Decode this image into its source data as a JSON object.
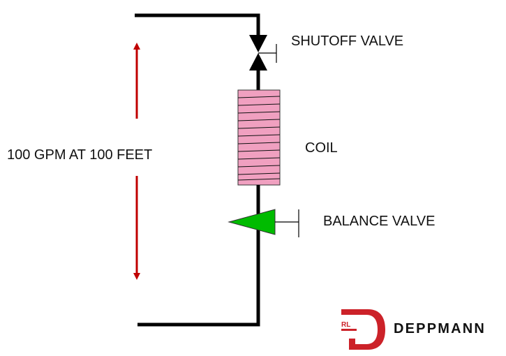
{
  "labels": {
    "shutoff_valve": "SHUTOFF VALVE",
    "coil": "COIL",
    "balance_valve": "BALANCE VALVE",
    "flow_rate": "100 GPM AT 100 FEET"
  },
  "logo": {
    "monogram": "RL",
    "wordmark": "DEPPMANN"
  },
  "colors": {
    "pipe": "#000000",
    "arrow": "#c00000",
    "coil_fill": "#f0a0c0",
    "balance_valve_fill": "#00bb00",
    "logo_red": "#cc2229"
  }
}
